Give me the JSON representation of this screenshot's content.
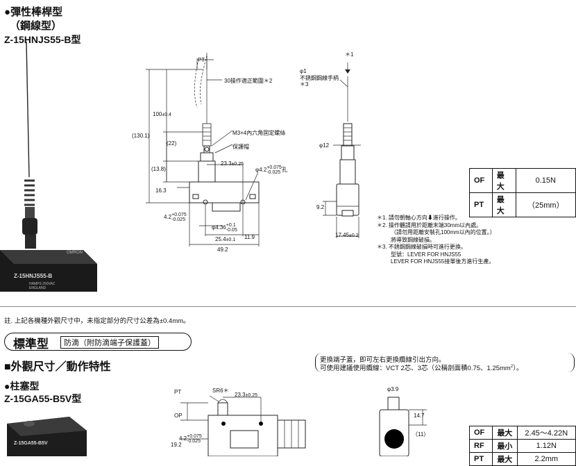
{
  "section1": {
    "title_bullet": "●",
    "title": "彈性棒桿型",
    "subtitle": "（鋼線型）",
    "model": "Z-15HNJS55-B型"
  },
  "photo1": {
    "label_main": "Z-15HNJS55-B",
    "label_brand": "OMRON",
    "label_line1": "HAMPS 250VAC",
    "label_line2": "ENGLAND"
  },
  "drawing1": {
    "labels": {
      "pt": "PT",
      "op_range": "30操作適正範圍＊2",
      "dim_100": "100",
      "dim_100_tol": "±0.4",
      "dim_130": "(130.1)",
      "screw": "M3×4內六角固定螺絲",
      "dim_22": "(22)",
      "cap": "保護帽",
      "dim_233": "23.3",
      "dim_233_tol": "±0.25",
      "dim_138": "(13.8)",
      "hole": "φ4.2",
      "hole_tol_up": "+0.075",
      "hole_tol_dn": "-0.025",
      "hole_suffix": "孔",
      "dim_163": "16.3",
      "dim_42": "4.2",
      "dim_42_tol_up": "+0.075",
      "dim_42_tol_dn": "-0.025",
      "dim_436": "φ4.36",
      "dim_436_tol_up": "+0.1",
      "dim_436_tol_dn": "-0.05",
      "dim_254": "25.4",
      "dim_254_tol": "±0.1",
      "dim_119": "11.9",
      "dim_492": "49.2"
    }
  },
  "drawing2": {
    "labels": {
      "star1": "＊1",
      "phi1": "φ1",
      "wire": "不銹鋼鋼線手柄",
      "star3": "＊3",
      "phi12": "φ12",
      "dim_92": "9.2",
      "dim_1745": "17.45",
      "dim_1745_tol": "±0.2"
    }
  },
  "spec1": {
    "rows": [
      {
        "k": "OF",
        "m": "最大",
        "v": "0.15N"
      },
      {
        "k": "PT",
        "m": "最大",
        "v": "（25mm）"
      }
    ]
  },
  "notes1": [
    "＊1. 請勿朝軸心方向⬇進行操作。",
    "＊2. 操作體請用於距離末端30mm以內處。",
    "（請勿用距離安裝孔100mm以內的位置。）",
    "將導致鋼線破損。",
    "＊3. 不銹鋼鋼線破損時可進行更換。",
    "型號：LEVER FOR HNJS55",
    "LEVER FOR HNJS55接單後方進行生產。"
  ],
  "footnote": "註. 上記各機種外觀尺寸中，未指定部分的尺寸公差為±0.4mm。",
  "section2": {
    "pill_title": "標準型",
    "pill_sub": "防滴（附防滴端子保護蓋）",
    "heading": "■外觀尺寸／動作特性",
    "bracket_line1": "更換端子蓋，即可左右更換纜線引出方向。",
    "bracket_line2": "可使用建議使用纜線：VCT 2芯、3芯（公稱剖面積0.75、1.25mm",
    "bracket_sup": "2",
    "bracket_end": "）。",
    "sub_title": "●柱塞型",
    "model": "Z-15GA55-B5V型"
  },
  "photo2": {
    "label_main": "Z-15GA55-B5V"
  },
  "drawing3": {
    "labels": {
      "pt": "PT",
      "sr6": "SR6＊",
      "dim_233": "23.3",
      "dim_233_tol": "±0.25",
      "op": "OP",
      "dim_42": "4.2",
      "dim_42_tol_up": "+0.075",
      "dim_42_tol_dn": "-0.025",
      "dim_192": "19.2"
    }
  },
  "drawing4": {
    "labels": {
      "phi39": "φ3.9",
      "dim_147": "14.7",
      "dim_11": "（11）"
    }
  },
  "spec2": {
    "rows": [
      {
        "k": "OF",
        "m": "最大",
        "v": "2.45～4.22N"
      },
      {
        "k": "RF",
        "m": "最小",
        "v": "1.12N"
      },
      {
        "k": "PT",
        "m": "最大",
        "v": "2.2mm"
      }
    ]
  }
}
